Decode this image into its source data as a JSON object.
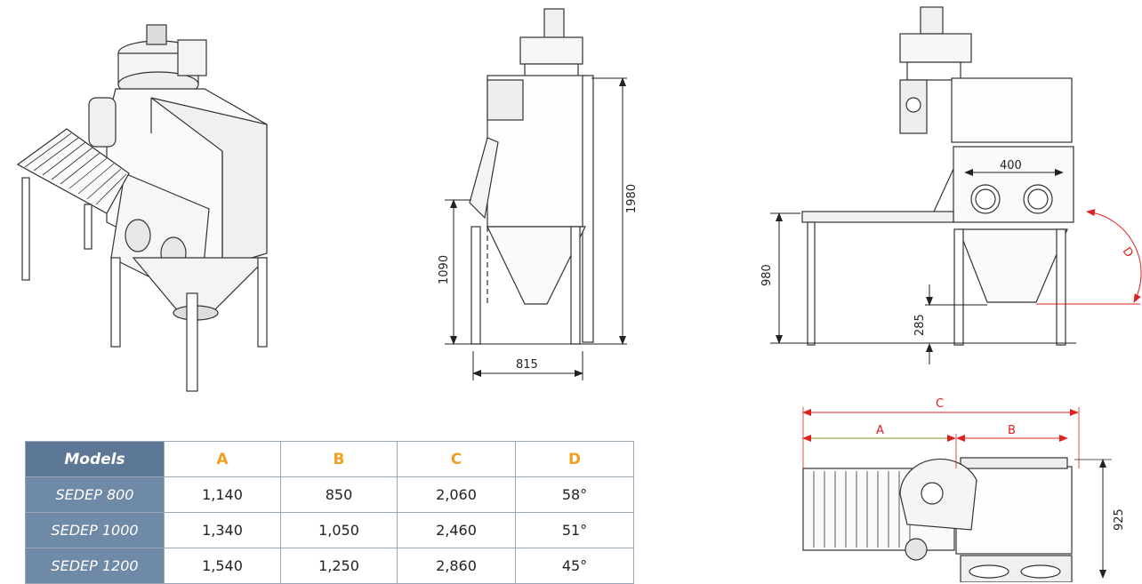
{
  "dimensions": {
    "side_view": {
      "height_total": "1980",
      "height_window": "1090",
      "depth": "815"
    },
    "front_view": {
      "glove_spacing": "400",
      "table_height": "980",
      "outlet_height": "285",
      "angle_label": "D"
    },
    "top_view": {
      "c_label": "C",
      "a_label": "A",
      "b_label": "B",
      "depth": "925"
    }
  },
  "table": {
    "headers": [
      "Models",
      "A",
      "B",
      "C",
      "D"
    ],
    "rows": [
      {
        "model": "SEDEP 800",
        "a": "1,140",
        "b": "850",
        "c": "2,060",
        "d": "58°"
      },
      {
        "model": "SEDEP 1000",
        "a": "1,340",
        "b": "1,050",
        "c": "2,460",
        "d": "51°"
      },
      {
        "model": "SEDEP 1200",
        "a": "1,540",
        "b": "1,250",
        "c": "2,860",
        "d": "45°"
      }
    ]
  },
  "colors": {
    "header_bg": "#5d7896",
    "model_bg": "#6f8aa6",
    "header_text": "#f0a020",
    "dimension_red": "#d22222"
  }
}
